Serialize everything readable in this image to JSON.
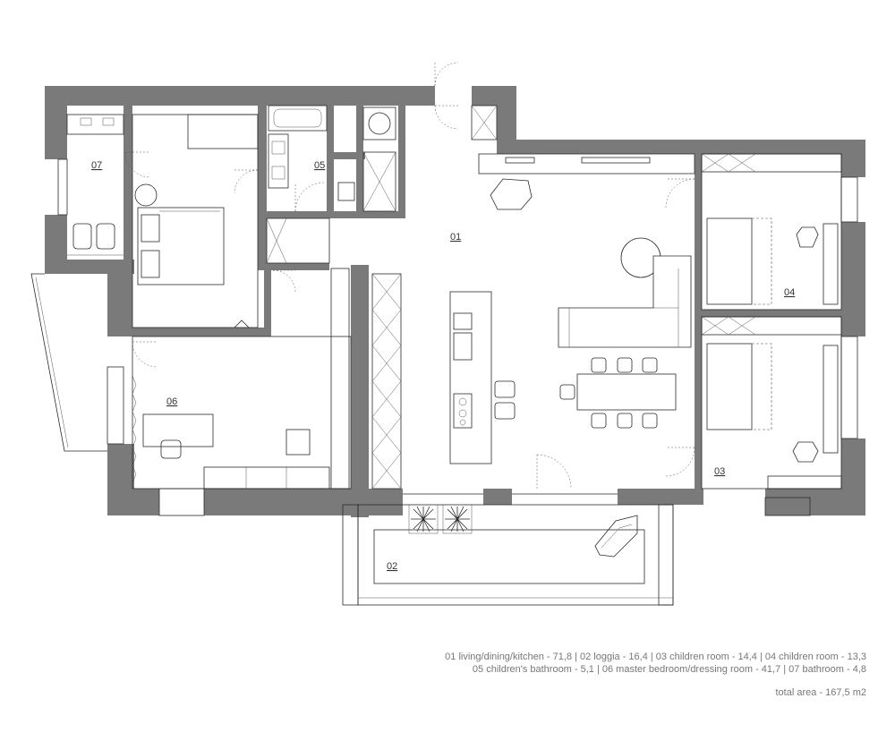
{
  "rooms": {
    "r01": "01",
    "r02": "02",
    "r03": "03",
    "r04": "04",
    "r05": "05",
    "r06": "06",
    "r07": "07"
  },
  "legend": {
    "line1": "01 living/dining/kitchen - 71,8 | 02 loggia - 16,4 | 03 children room - 14,4 | 04 children room - 13,3",
    "line2": "05 children's bathroom - 5,1 | 06 master bedroom/dressing room - 41,7 | 07 bathroom - 4,8",
    "total": "total area - 167,5 m2"
  },
  "colors": {
    "wall": "#7a7a7a",
    "line": "#2a2a2a",
    "legend_text": "#777777"
  }
}
